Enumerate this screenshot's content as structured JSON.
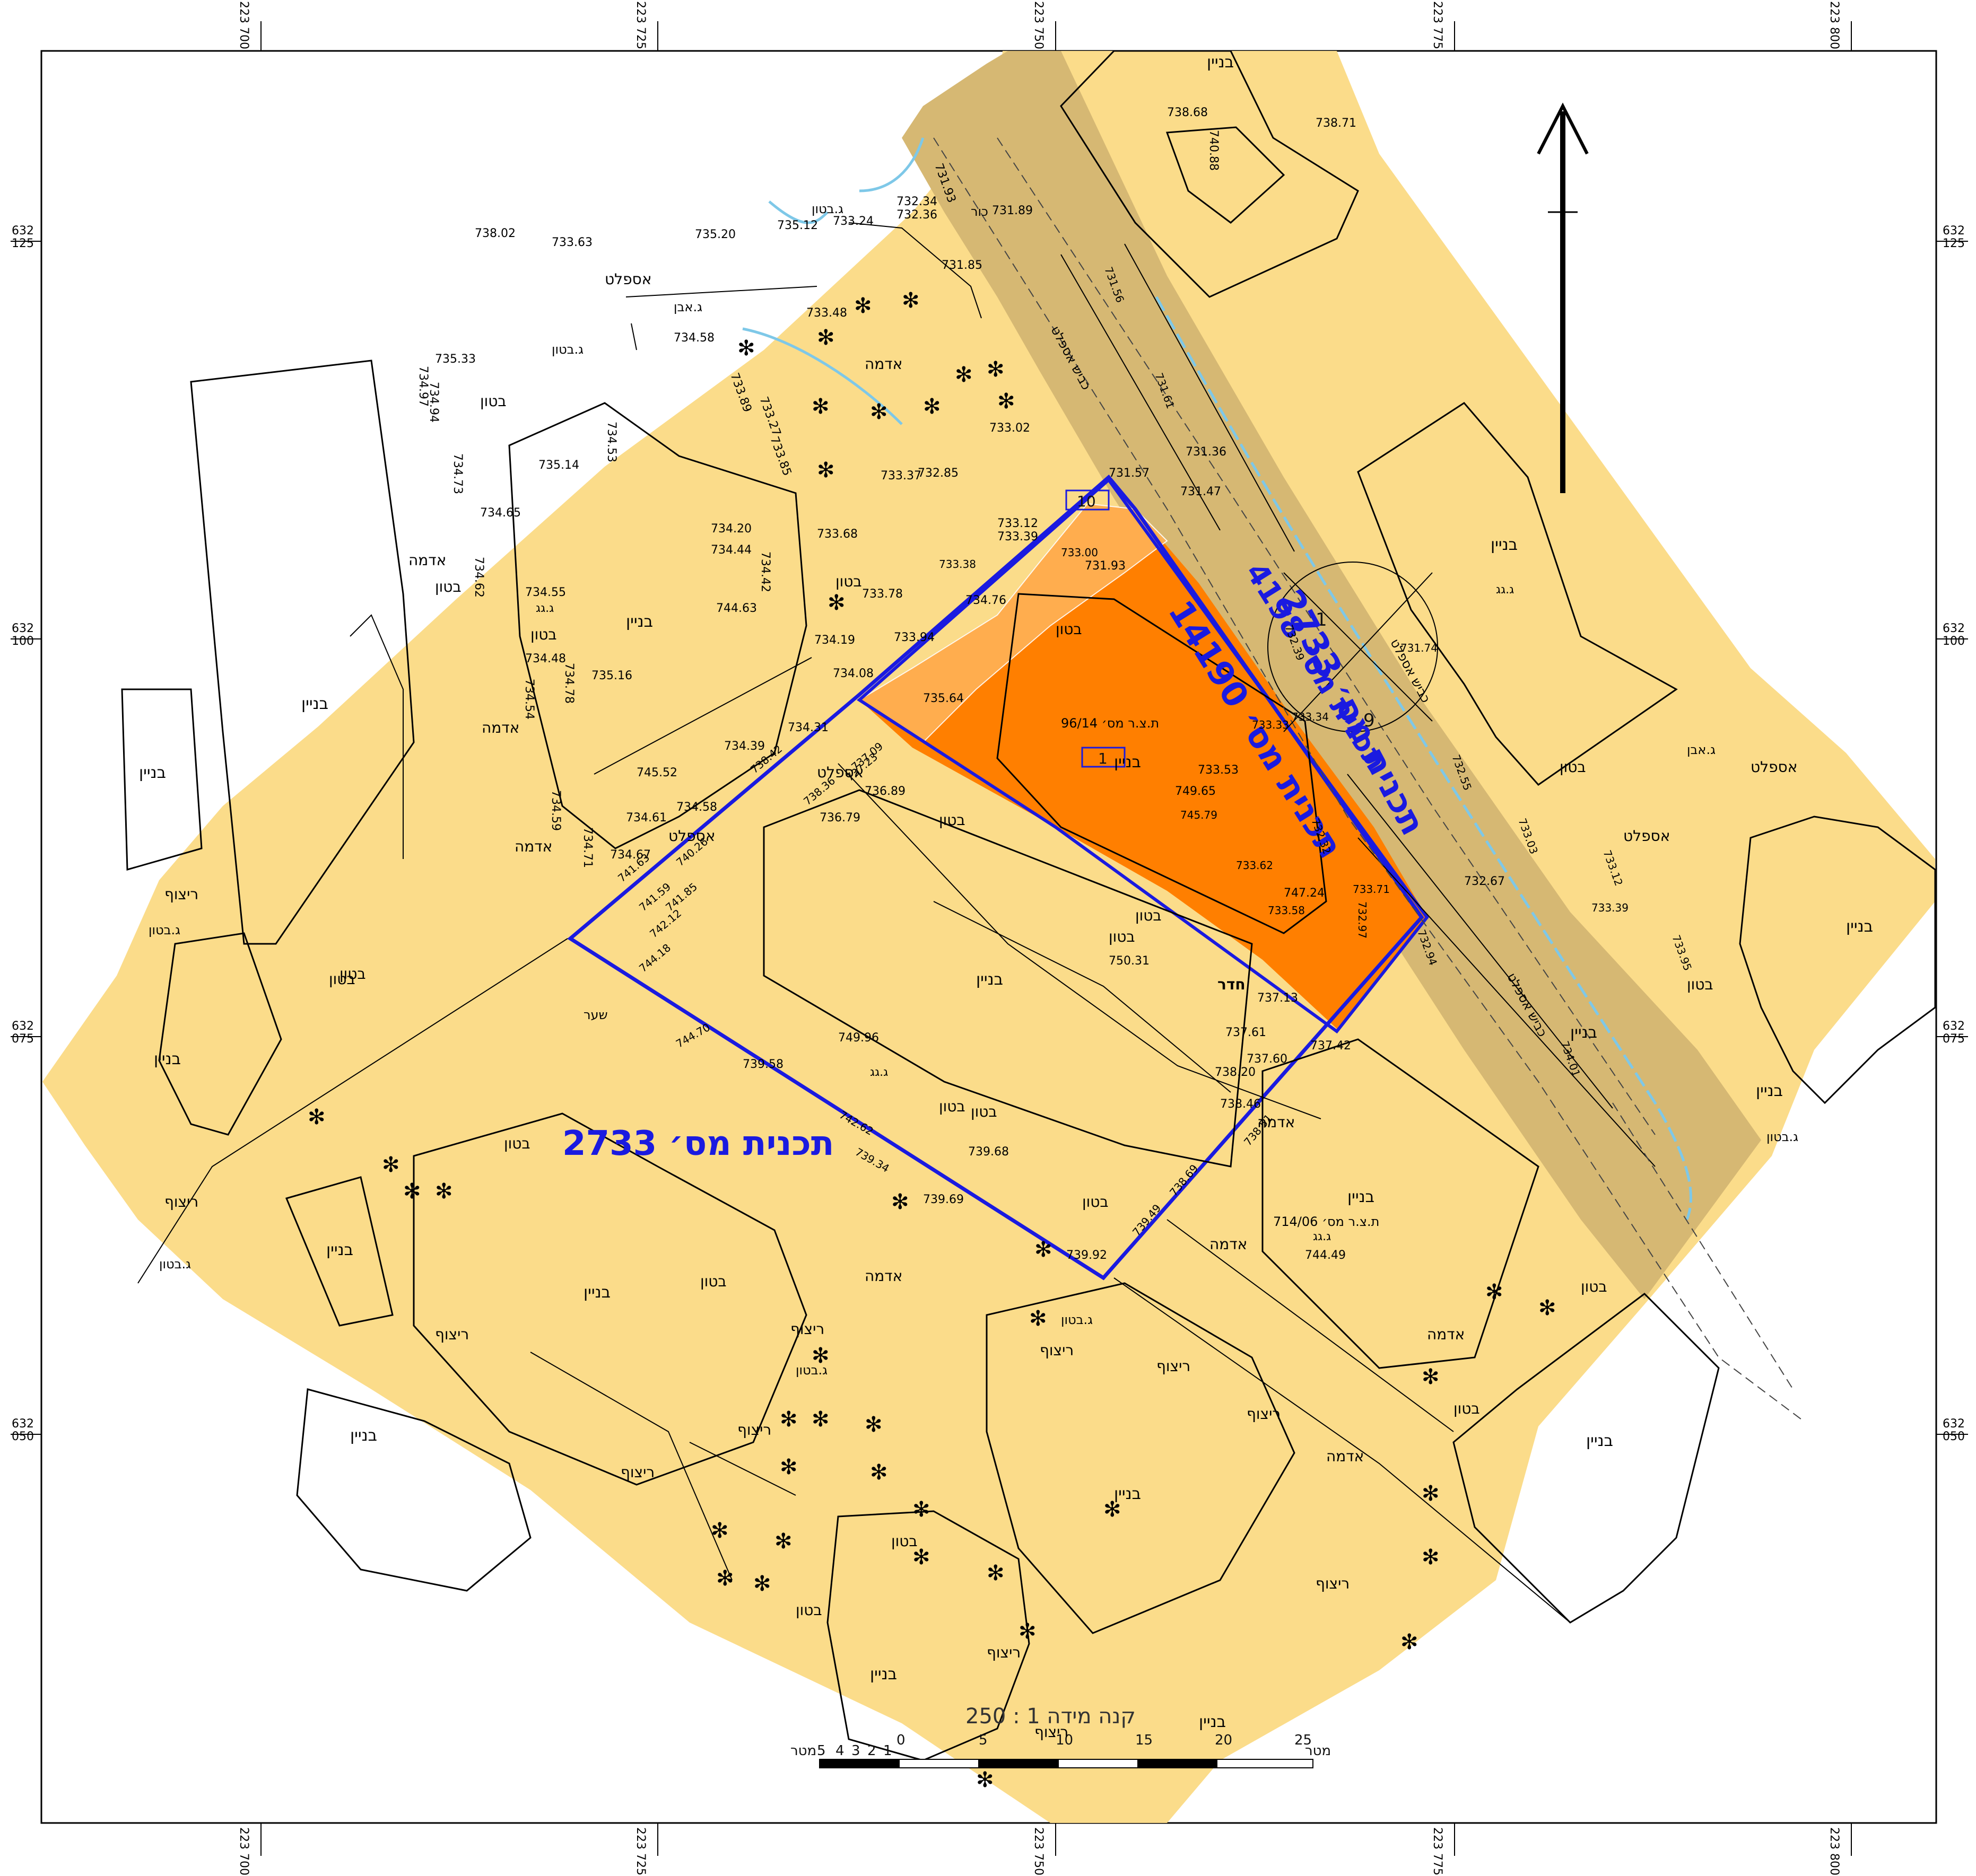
{
  "grid": {
    "x_top": [
      {
        "a": "223",
        "b": "700"
      },
      {
        "a": "223",
        "b": "725"
      },
      {
        "a": "223",
        "b": "750"
      },
      {
        "a": "223",
        "b": "775"
      },
      {
        "a": "223",
        "b": "800"
      }
    ],
    "y_side": [
      {
        "a": "632",
        "b": "125"
      },
      {
        "a": "632",
        "b": "100"
      },
      {
        "a": "632",
        "b": "075"
      },
      {
        "a": "632",
        "b": "050"
      }
    ]
  },
  "plans": {
    "plan_2733_main": "תכנית מס׳ 2733",
    "plan_2733_diag": "תכנית מס׳ 2733",
    "plan_14190": "תכנית מס׳ 14190",
    "plan_4198": "תכנית מס׳ 4198"
  },
  "labels": {
    "building": "בניין",
    "concrete": "בטון",
    "earth": "אדמה",
    "asphalt": "אספלט",
    "paving": "ריצוף",
    "asphalt_road": "כביש אספלט",
    "concrete_roof": "ג.בטון",
    "stone_roof": "ג.אבן",
    "tiled_roof": "ג.גג",
    "shelter": "חדר",
    "parcel_1": "1",
    "parcel_9": "9",
    "parcel_10": "10",
    "tatza_1": "ת.צ.ר מס׳ 96/14",
    "tatza_2": "ת.צ.ר מס׳ 714/06",
    "stairs": "שער",
    "well": "כור"
  },
  "elevations": [
    "738.68",
    "740.88",
    "738.71",
    "731.89",
    "731.93",
    "732.34",
    "732.36",
    "733.24",
    "735.12",
    "735.20",
    "738.02",
    "733.63",
    "731.85",
    "733.48",
    "734.58",
    "735.33",
    "734.94",
    "734.97",
    "734.53",
    "733.89",
    "733.27",
    "733.85",
    "733.02",
    "733.37",
    "732.85",
    "733.68",
    "733.78",
    "734.19",
    "734.65",
    "735.14",
    "734.62",
    "734.55",
    "734.48",
    "734.54",
    "734.78",
    "735.16",
    "744.63",
    "745.52",
    "734.39",
    "734.61",
    "734.59",
    "734.73",
    "734.71",
    "734.67",
    "734.58",
    "734.20",
    "734.44",
    "734.42",
    "733.12",
    "733.38",
    "733.94",
    "734.08",
    "735.64",
    "734.31",
    "734.76",
    "733.39",
    "731.93",
    "731.36",
    "731.57",
    "731.47",
    "731.56",
    "733.00",
    "731.74",
    "733.33",
    "733.34",
    "731.61",
    "732.39",
    "732.55",
    "732.32",
    "732.97",
    "733.71",
    "732.94",
    "732.67",
    "733.03",
    "733.12",
    "733.39",
    "733.95",
    "734.01",
    "749.65",
    "745.79",
    "733.62",
    "733.58",
    "747.24",
    "733.53",
    "736.89",
    "736.79",
    "737.23",
    "737.09",
    "738.36",
    "738.42",
    "741.63",
    "741.59",
    "741.85",
    "742.12",
    "744.18",
    "744.70",
    "739.58",
    "749.96",
    "750.31",
    "739.68",
    "739.69",
    "739.34",
    "739.92",
    "739.49",
    "737.13",
    "737.61",
    "737.42",
    "737.60",
    "738.20",
    "738.46",
    "738.51",
    "744.49",
    "742.62",
    "740.26",
    "738.69"
  ],
  "scale": {
    "title": "קנה מידה 1 : 250",
    "unit": "מטר",
    "ticks": [
      "5",
      "4",
      "3",
      "2",
      "1",
      "0",
      "5",
      "10",
      "15",
      "20",
      "25"
    ]
  },
  "north": "N",
  "colors": {
    "plan_area": "#fbdc8a",
    "road_area": "#d8bb78",
    "target_area": "#ff7f00",
    "plan_border": "#1a1ae0",
    "water": "#7ec8e8"
  }
}
